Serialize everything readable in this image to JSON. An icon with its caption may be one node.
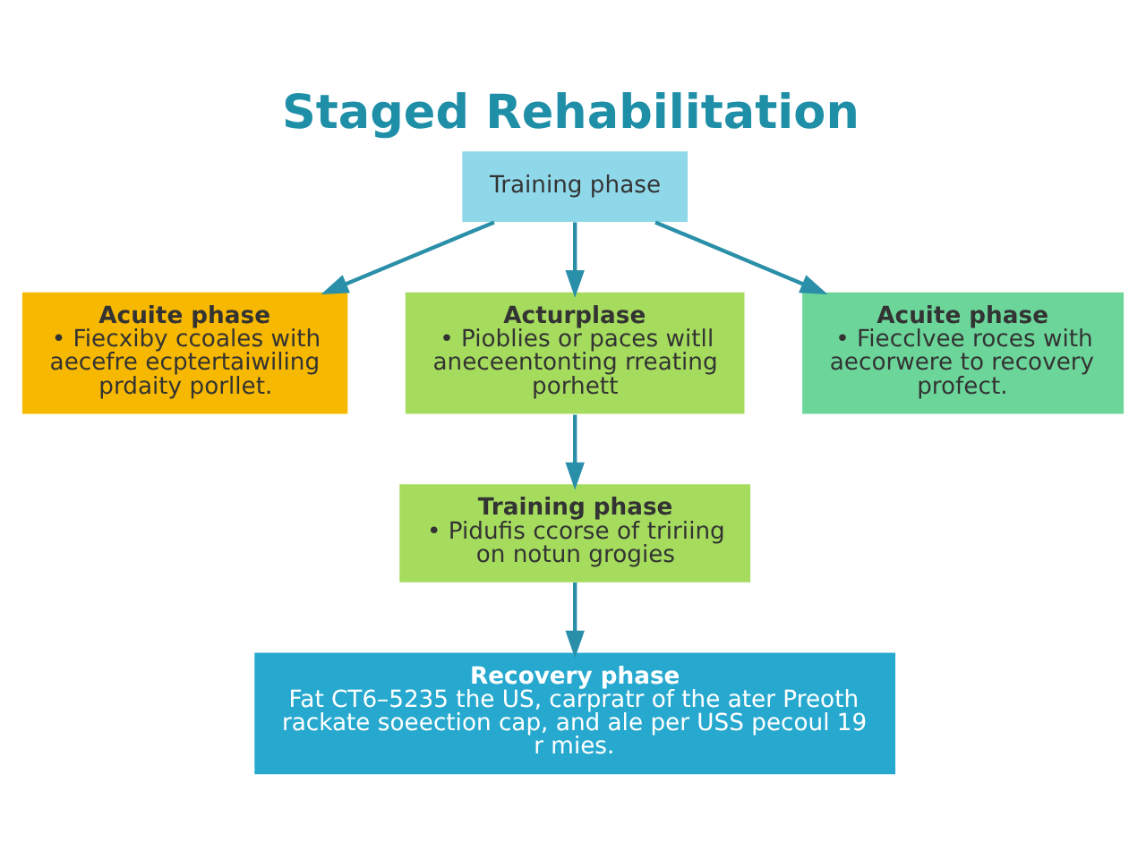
{
  "diagram": {
    "title": "Staged Rehabilitation",
    "nodes": [
      {
        "text": [
          "Training phase"
        ]
      },
      {
        "text": [
          "Acuite phase",
          "• Fiecxiby ccoales with aecefre ecptertaiwiling prdaity porllet."
        ]
      },
      {
        "text": [
          "Acturplase",
          "• Pioblies or paces witll aneceentonting rreating porhett"
        ]
      },
      {
        "text": [
          "Acuite phase",
          "• Fiecclvee roces with aecorwere to recovery profect."
        ]
      },
      {
        "text": [
          "Training phase",
          "• Pidufis ccorse of tririing on notun grogies"
        ]
      },
      {
        "text": [
          "Recovery phase",
          "Fat CT6–5235 the US, carpratr of the ater Preoth rackate soeection cap, and ale per USS pecoul 19 r mies."
        ]
      }
    ],
    "edges": [
      {
        "from": 0,
        "to": 1,
        "arrow": "to"
      },
      {
        "from": 0,
        "to": 2,
        "arrow": "to"
      },
      {
        "from": 0,
        "to": 3,
        "arrow": "to"
      },
      {
        "from": 2,
        "to": 4,
        "arrow": "to"
      },
      {
        "from": 4,
        "to": 5,
        "arrow": "to"
      }
    ]
  }
}
